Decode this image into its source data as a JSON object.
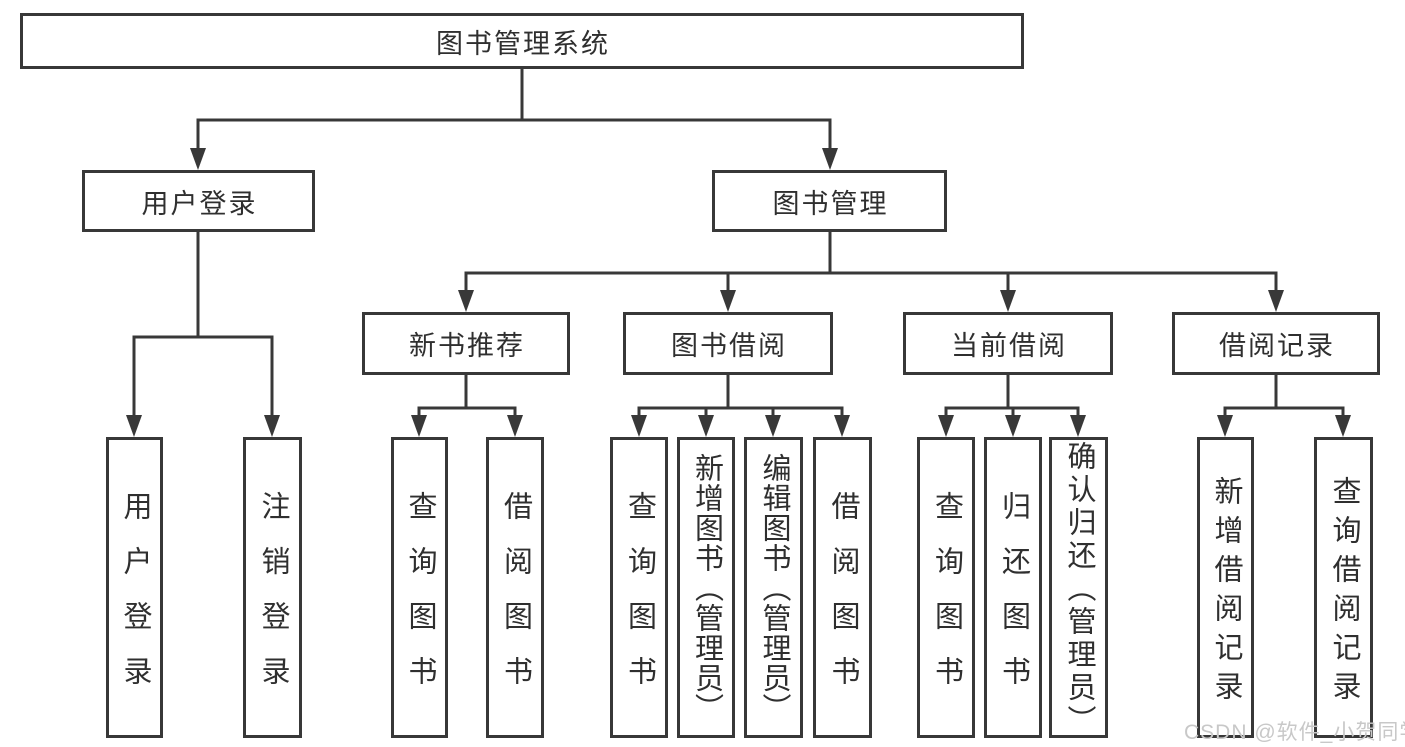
{
  "diagram": {
    "root": {
      "label": "图书管理系统"
    },
    "level2": [
      {
        "id": "user-login",
        "label": "用户登录"
      },
      {
        "id": "book-management",
        "label": "图书管理"
      }
    ],
    "level3": [
      {
        "id": "new-book-recommend",
        "label": "新书推荐"
      },
      {
        "id": "book-borrow",
        "label": "图书借阅"
      },
      {
        "id": "current-borrow",
        "label": "当前借阅"
      },
      {
        "id": "borrow-records",
        "label": "借阅记录"
      }
    ],
    "leaves": {
      "user_login": [
        {
          "label": "用户登录"
        },
        {
          "label": "注销登录"
        }
      ],
      "new_book": [
        {
          "label": "查询图书"
        },
        {
          "label": "借阅图书"
        }
      ],
      "book_borrow": [
        {
          "label": "查询图书"
        },
        {
          "label": "新增图书（管理员）"
        },
        {
          "label": "编辑图书（管理员）"
        },
        {
          "label": "借阅图书"
        }
      ],
      "current_borrow": [
        {
          "label": "查询图书"
        },
        {
          "label": "归还图书"
        },
        {
          "label": "确认归还（管理员）"
        }
      ],
      "records": [
        {
          "label": "新增借阅记录"
        },
        {
          "label": "查询借阅记录"
        }
      ]
    },
    "watermark": "CSDN @软件_小贺同学",
    "colors": {
      "line": "#383838",
      "box_border": "#383838",
      "text": "#2f2f2f",
      "background": "#ffffff",
      "watermark": "#c8c8c8"
    }
  }
}
